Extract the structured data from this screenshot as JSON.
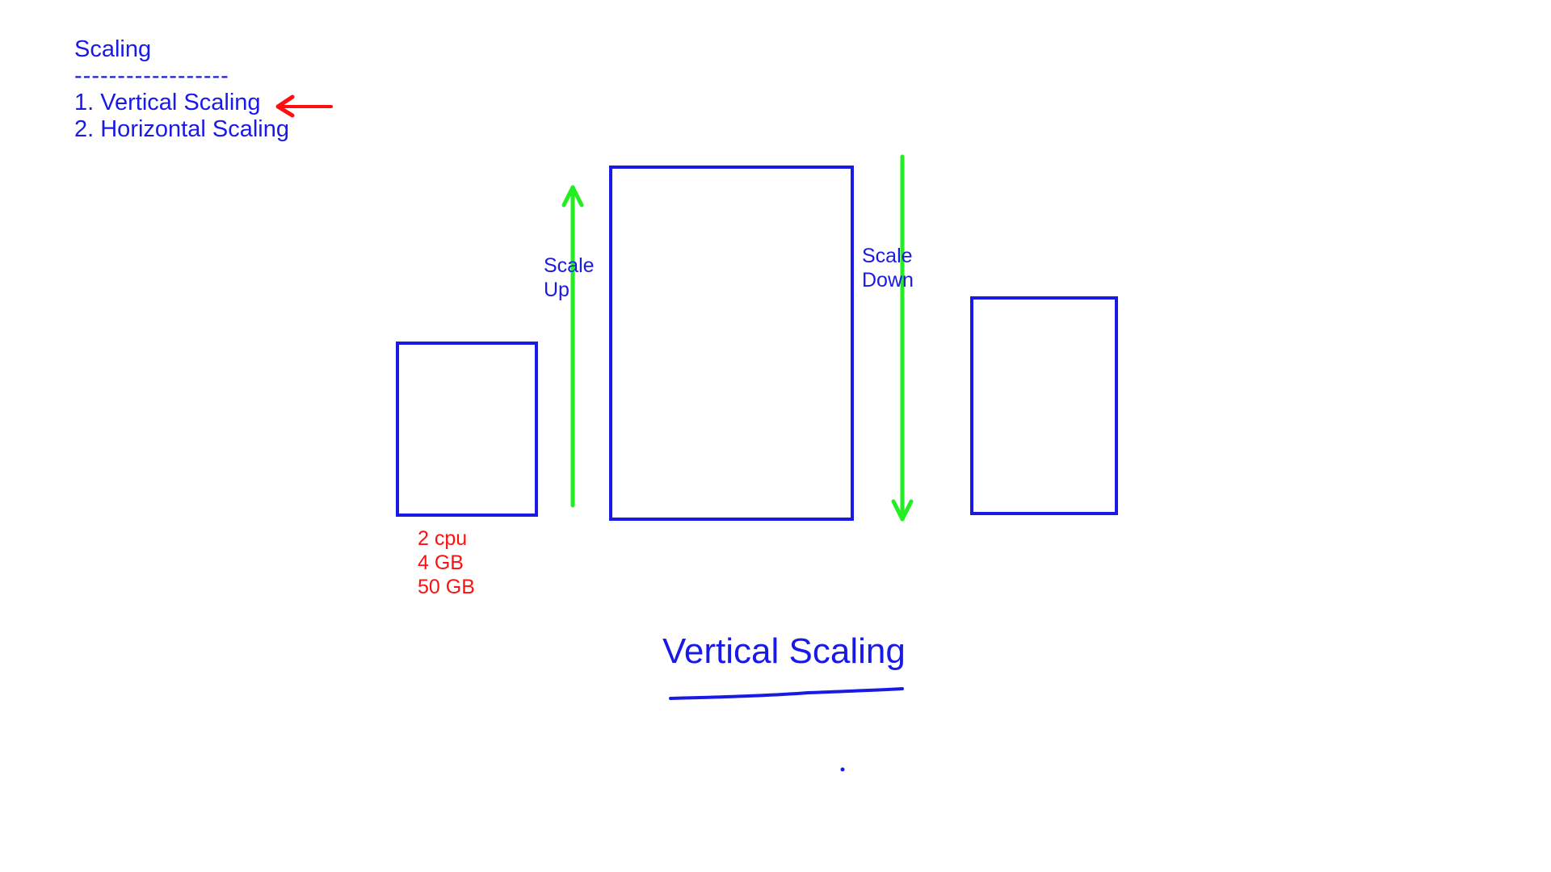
{
  "notes": {
    "heading": "Scaling",
    "divider": "------------------",
    "items": [
      {
        "label": "1. Vertical Scaling"
      },
      {
        "label": "2. Horizontal Scaling"
      }
    ]
  },
  "diagram": {
    "scale_up": {
      "line1": "Scale",
      "line2": "Up"
    },
    "scale_down": {
      "line1": "Scale",
      "line2": "Down"
    },
    "small_server_specs": {
      "cpu": "2 cpu",
      "ram": "4 GB",
      "disk": "50 GB"
    },
    "caption": "Vertical Scaling"
  },
  "colors": {
    "ink_blue": "#1a1ae6",
    "arrow_green": "#22ee22",
    "pointer_red": "#ff1010",
    "background": "#ffffff"
  },
  "icons": {
    "pointer": "left-arrow-icon",
    "up": "up-arrow-icon",
    "down": "down-arrow-icon"
  }
}
